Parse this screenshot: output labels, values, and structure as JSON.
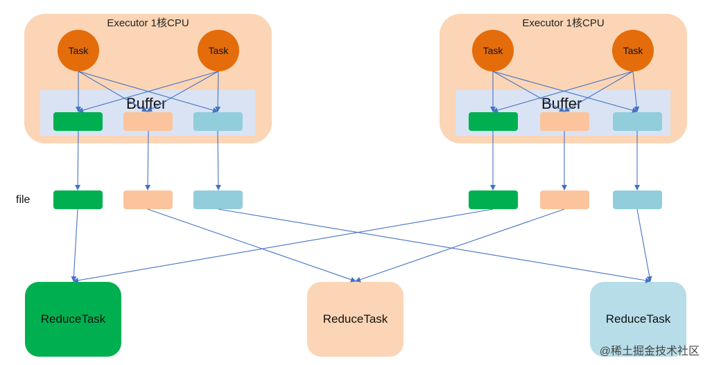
{
  "executors": [
    {
      "title": "Executor 1核CPU",
      "buffer_label": "Buffer",
      "tasks": [
        "Task",
        "Task"
      ]
    },
    {
      "title": "Executor 1核CPU",
      "buffer_label": "Buffer",
      "tasks": [
        "Task",
        "Task"
      ]
    }
  ],
  "file_label": "file",
  "reduce_tasks": [
    {
      "label": "ReduceTask",
      "color": "#00b050"
    },
    {
      "label": "ReduceTask",
      "color": "#fbd5b5"
    },
    {
      "label": "ReduceTask",
      "color": "#b7dde8"
    }
  ],
  "colors": {
    "executor_bg": "#fbd5b5",
    "task": "#e46c0a",
    "buffer_bg": "#dae3f3",
    "arrow": "#4472c4"
  },
  "watermark": "@稀土掘金技术社区"
}
